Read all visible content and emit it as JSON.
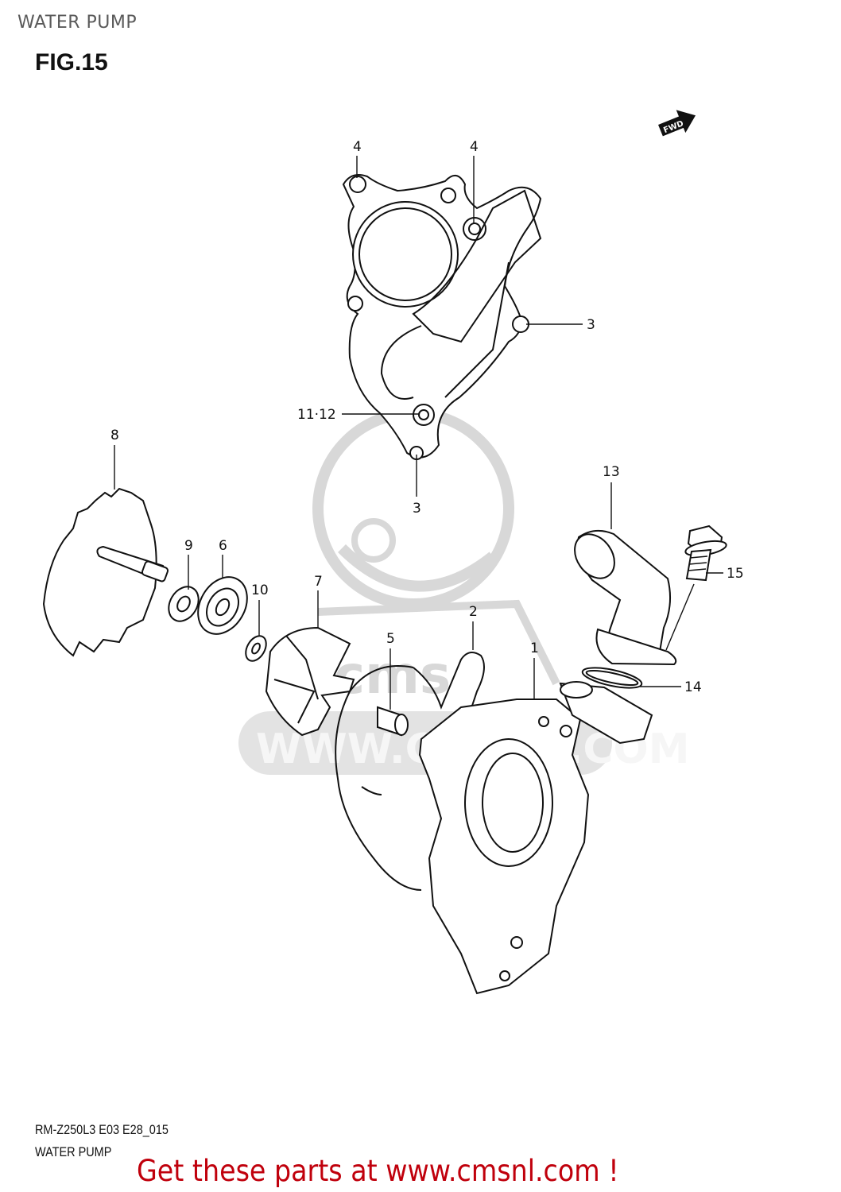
{
  "header": {
    "page_title": "WATER PUMP",
    "figure_label": "FIG.15"
  },
  "orientation_badge": {
    "icon": "forward-arrow-icon",
    "label": "FWD"
  },
  "watermark": {
    "text": "WWW.CMSNL.COM",
    "logo_text": "cms"
  },
  "callouts": [
    {
      "label": "4",
      "part": "cover bolt hole (upper left)"
    },
    {
      "label": "4",
      "part": "cover bolt hole (upper right)"
    },
    {
      "label": "3",
      "part": "cover bolt hole (right)"
    },
    {
      "label": "11·12",
      "part": "cover drain bolt hole"
    },
    {
      "label": "3",
      "part": "cover bolt hole (bottom)"
    },
    {
      "label": "8",
      "part": "water pump gear / shaft"
    },
    {
      "label": "9",
      "part": "washer"
    },
    {
      "label": "6",
      "part": "bearing"
    },
    {
      "label": "10",
      "part": "seal washer"
    },
    {
      "label": "7",
      "part": "impeller"
    },
    {
      "label": "5",
      "part": "dowel pin"
    },
    {
      "label": "2",
      "part": "o-ring gasket"
    },
    {
      "label": "1",
      "part": "water pump case"
    },
    {
      "label": "13",
      "part": "outlet elbow"
    },
    {
      "label": "15",
      "part": "flange bolt"
    },
    {
      "label": "14",
      "part": "o-ring"
    }
  ],
  "footer": {
    "diagram_code": "RM-Z250L3  E03 E28_015",
    "diagram_name": "WATER PUMP",
    "cta_text": "Get these parts at www.cmsnl.com !",
    "cta_color": "#c0000c"
  }
}
